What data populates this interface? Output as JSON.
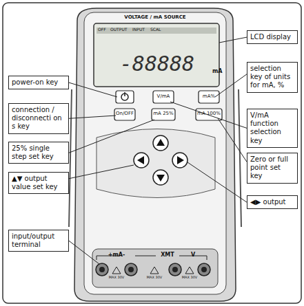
{
  "diagram": {
    "nodes": [
      {
        "text": [
          "LCD display"
        ]
      },
      {
        "text": [
          "selection key of units for mA, %"
        ]
      },
      {
        "text": [
          "V/mA function selection key"
        ]
      },
      {
        "text": [
          "Zero or full point set key"
        ]
      },
      {
        "text": [
          "◀▶ output"
        ]
      },
      {
        "text": [
          "power-on key"
        ]
      },
      {
        "text": [
          "connection / disconnecti on s key"
        ]
      },
      {
        "text": [
          "25% single step set key"
        ]
      },
      {
        "text": [
          "▲▼ output value set key"
        ]
      },
      {
        "text": [
          "input/output terminal"
        ]
      }
    ],
    "labels": [
      "VOLTAGE / mA SOURCE",
      "OFF",
      "OUTPUT",
      "INPUT",
      "SCAL",
      "-88888",
      "mA",
      "V/mA",
      "mA%",
      "On/OFF",
      "mA 25%",
      "mA 100%",
      "+mA-",
      "XMT",
      "V",
      "MAX 30V",
      "MAX 30V",
      "MAX 30V"
    ]
  }
}
